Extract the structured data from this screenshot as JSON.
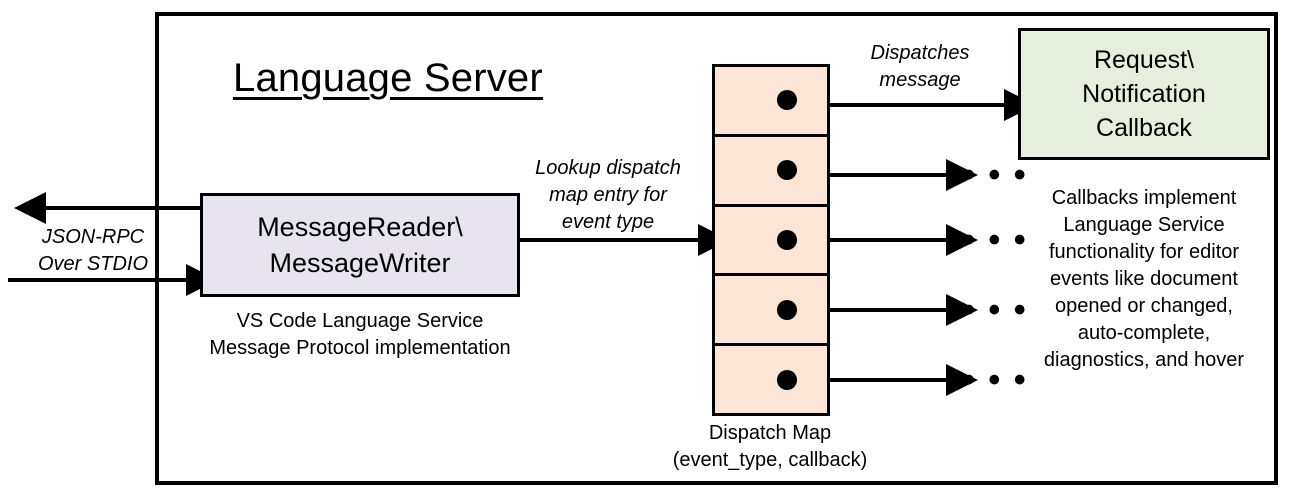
{
  "diagram": {
    "title": "Language Server",
    "outer_boundary_label": "Language Server"
  },
  "message_io": {
    "box_label": "MessageReader\\\nMessageWriter",
    "box_label_line1": "MessageReader\\",
    "box_label_line2": "MessageWriter",
    "caption_line1": "VS Code Language Service",
    "caption_line2": "Message Protocol implementation",
    "fill_color": "#e8e4ef"
  },
  "transport": {
    "label_line1": "JSON-RPC",
    "label_line2": "Over STDIO",
    "outbound_arrow_name": "outbound",
    "inbound_arrow_name": "inbound"
  },
  "lookup": {
    "label_line1": "Lookup dispatch",
    "label_line2": "map entry for",
    "label_line3": "event type"
  },
  "dispatch_map": {
    "caption_line1": "Dispatch Map",
    "caption_line2": "(event_type, callback)",
    "fill_color": "#fbe5d6",
    "cells": [
      {
        "index": 1,
        "dot": true
      },
      {
        "index": 2,
        "dot": true
      },
      {
        "index": 3,
        "dot": true
      },
      {
        "index": 4,
        "dot": true
      },
      {
        "index": 5,
        "dot": true
      }
    ]
  },
  "dispatch": {
    "label_line1": "Dispatches",
    "label_line2": "message"
  },
  "callback": {
    "box_line1": "Request\\",
    "box_line2": "Notification",
    "box_line3": "Callback",
    "fill_color": "#e6eedd",
    "caption_line1": "Callbacks implement",
    "caption_line2": "Language Service",
    "caption_line3": "functionality for editor",
    "caption_line4": "events like document",
    "caption_line5": "opened or changed,",
    "caption_line6": "auto-complete,",
    "caption_line7": "diagnostics, and hover"
  },
  "ellipses": {
    "glyph": "• • •",
    "rows": [
      "row2",
      "row3",
      "row4",
      "row5"
    ]
  },
  "colors": {
    "stroke": "#000000",
    "background": "#ffffff"
  }
}
